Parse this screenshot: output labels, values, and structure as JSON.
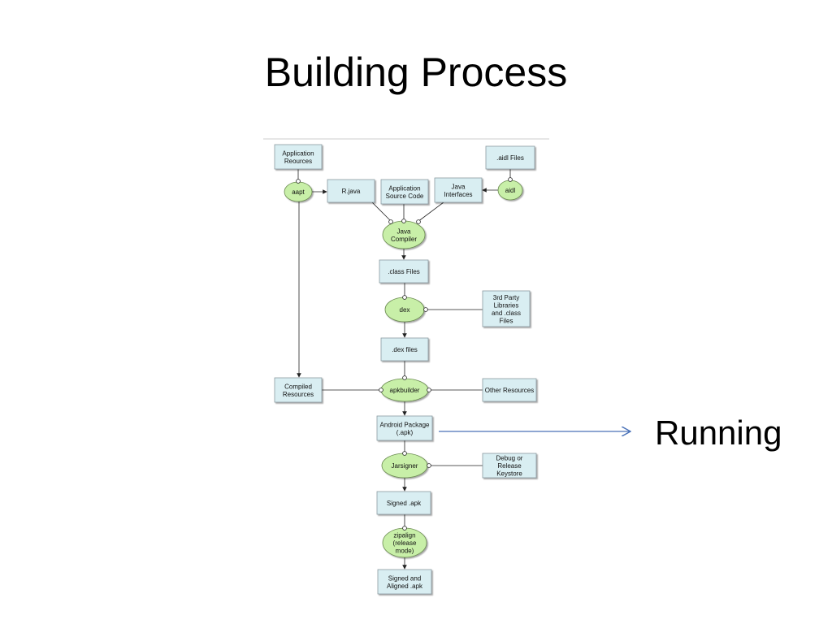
{
  "slide": {
    "title": "Building Process",
    "side_label": "Running"
  },
  "diagram": {
    "boxes": {
      "application_resources": [
        "Application",
        "Reources"
      ],
      "aidl_files": [
        ".aidl Files"
      ],
      "r_java": [
        "R.java"
      ],
      "application_source_code": [
        "Application",
        "Source Code"
      ],
      "java_interfaces": [
        "Java",
        "Interfaces"
      ],
      "class_files": [
        ".class Files"
      ],
      "third_party_libraries": [
        "3rd Party",
        "Libraries",
        "and .class",
        "Files"
      ],
      "dex_files": [
        ".dex files"
      ],
      "compiled_resources": [
        "Compiled",
        "Resources"
      ],
      "other_resources": [
        "Other Resources"
      ],
      "android_package": [
        "Android Package",
        "(.apk)"
      ],
      "debug_release_keystore": [
        "Debug or",
        "Release",
        "Keystore"
      ],
      "signed_apk": [
        "Signed .apk"
      ],
      "signed_aligned_apk": [
        "Signed and",
        "Aligned .apk"
      ]
    },
    "tools": {
      "aapt": [
        "aapt"
      ],
      "aidl": [
        "aidl"
      ],
      "java_compiler": [
        "Java",
        "Compiler"
      ],
      "dex": [
        "dex"
      ],
      "apkbuilder": [
        "apkbuilder"
      ],
      "jarsigner": [
        "Jarsigner"
      ],
      "zipalign": [
        "zipalign",
        "(release",
        "mode)"
      ]
    },
    "colors": {
      "box_fill": "#d9eef2",
      "box_stroke": "#8a9aa0",
      "tool_fill": "#c8efa8",
      "tool_stroke": "#6a8a50",
      "connector": "#222222",
      "running_arrow": "#4a72b8"
    }
  }
}
